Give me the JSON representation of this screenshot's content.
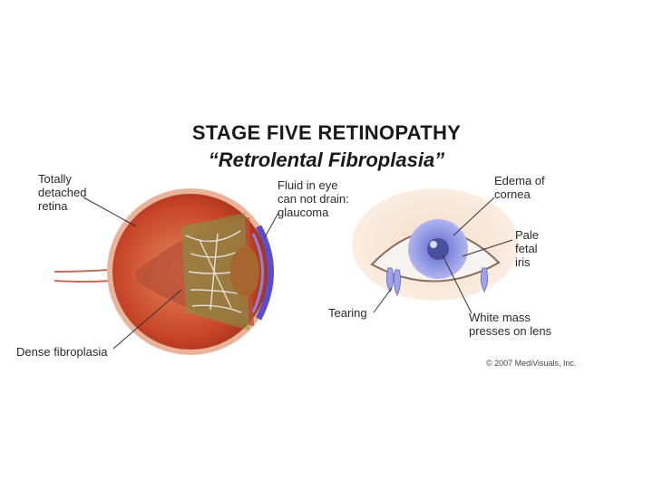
{
  "title": "STAGE FIVE RETINOPATHY",
  "subtitle": "“Retrolental Fibroplasia”",
  "labels": {
    "totally_detached_retina": "Totally\ndetached\nretina",
    "fluid_in_eye": "Fluid in eye\ncan not drain:\nglaucoma",
    "dense_fibroplasia": "Dense fibroplasia",
    "edema_of_cornea": "Edema of\ncornea",
    "pale_fetal_iris": "Pale\nfetal\niris",
    "tearing": "Tearing",
    "white_mass": "White mass\npresses on lens"
  },
  "credit": "© 2007 MediVisuals, Inc.",
  "colors": {
    "retina": "#c8452a",
    "sclera": "#d9684a",
    "iris": "#8a92e0",
    "cornea_blue": "#6d6fd6"
  }
}
